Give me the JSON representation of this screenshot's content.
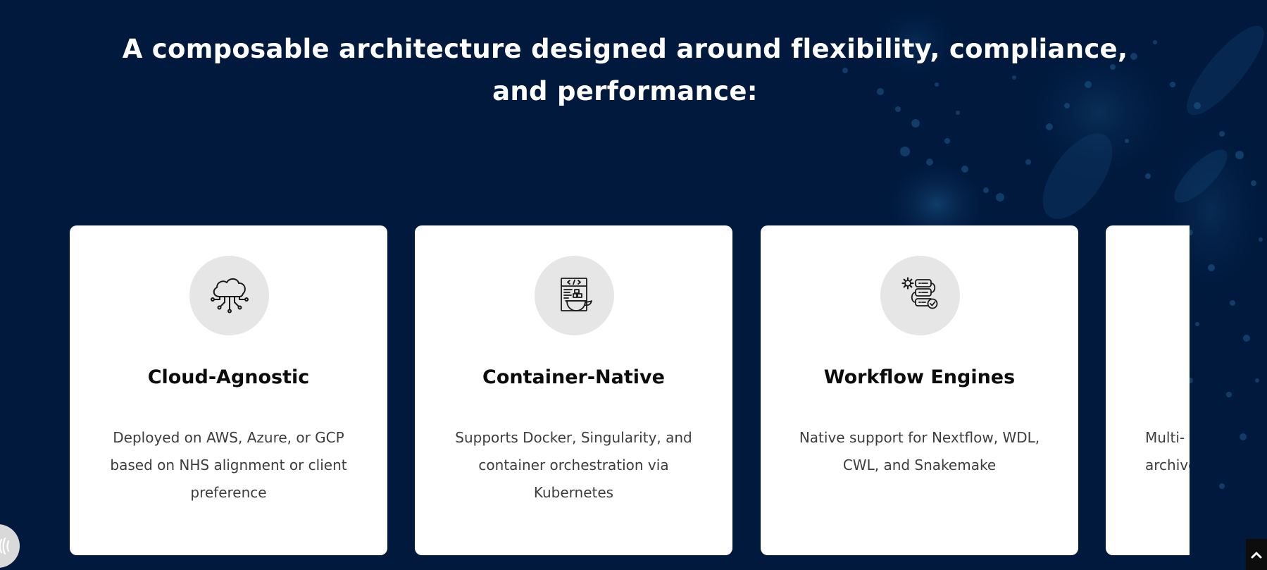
{
  "page": {
    "background_color": "#00193d",
    "headline": "A composable architecture designed around flexibility, compliance, and performance:"
  },
  "cards": [
    {
      "icon": "cloud-network-icon",
      "title": "Cloud-Agnostic",
      "description": "Deployed on AWS, Azure, or GCP based on NHS alignment or client preference"
    },
    {
      "icon": "container-code-icon",
      "title": "Container-Native",
      "description": "Supports Docker, Singularity, and container orchestration via Kubernetes"
    },
    {
      "icon": "workflow-flowchart-icon",
      "title": "Workflow Engines",
      "description": "Native support for Nextflow, WDL, CWL, and Snakemake"
    },
    {
      "icon": "",
      "title": "",
      "description_line_1": "Multi-",
      "description_line_2": "archive"
    }
  ],
  "colors": {
    "card_background": "#ffffff",
    "icon_circle": "#e6e6e6",
    "title_text": "#0c0c0c",
    "body_text": "#3d3d3d",
    "headline_text": "#ffffff"
  },
  "widgets": {
    "scroll_top_icon": "chevron-up-icon",
    "chat_icon": "chat-widget-icon"
  }
}
